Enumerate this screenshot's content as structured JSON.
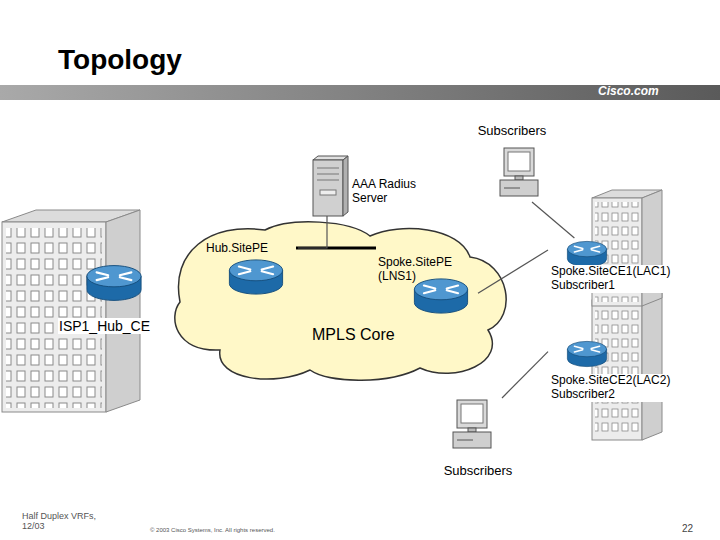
{
  "diagram": {
    "title": "Topology",
    "nodes": [
      {
        "text": [
          "Subscribers"
        ]
      },
      {
        "text": [
          "AAA Radius Server"
        ]
      },
      {
        "text": [
          "MPLS Core"
        ]
      },
      {
        "text": [
          "Hub.SitePE"
        ],
        "in": 2
      },
      {
        "text": [
          "Spoke.SitePE (LNS1)"
        ],
        "in": 2
      },
      {
        "text": [
          "ISP1_Hub_CE"
        ]
      },
      {
        "text": [
          "Spoke.SiteCE1(LAC1) Subscriber1"
        ]
      },
      {
        "text": [
          "Spoke.SiteCE2(LAC2) Subscriber2"
        ]
      },
      {
        "text": [
          "Subscribers"
        ]
      }
    ],
    "edges": [
      {
        "from": 0,
        "to": 6,
        "arrow": "none"
      },
      {
        "from": 4,
        "to": 6,
        "arrow": "none"
      },
      {
        "from": 8,
        "to": 7,
        "arrow": "none"
      },
      {
        "from": 1,
        "to": 3,
        "arrow": "none"
      }
    ],
    "labels": [
      "Cisco.com",
      "Half Duplex VRFs, 12/03",
      "© 2003 Cisco Systems, Inc. All rights reserved.",
      "22"
    ]
  }
}
